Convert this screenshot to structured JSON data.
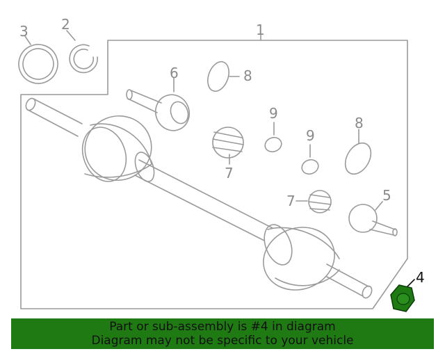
{
  "diagram": {
    "callouts": {
      "c1": "1",
      "c2": "2",
      "c3": "3",
      "c4": "4",
      "c5": "5",
      "c6": "6",
      "c7a": "7",
      "c7b": "7",
      "c8a": "8",
      "c8b": "8",
      "c9a": "9",
      "c9b": "9"
    },
    "highlight_color": "#1f7a13"
  },
  "banner": {
    "line1": "Part or sub-assembly is #4 in diagram",
    "line2": "Diagram may not be specific to your vehicle"
  }
}
